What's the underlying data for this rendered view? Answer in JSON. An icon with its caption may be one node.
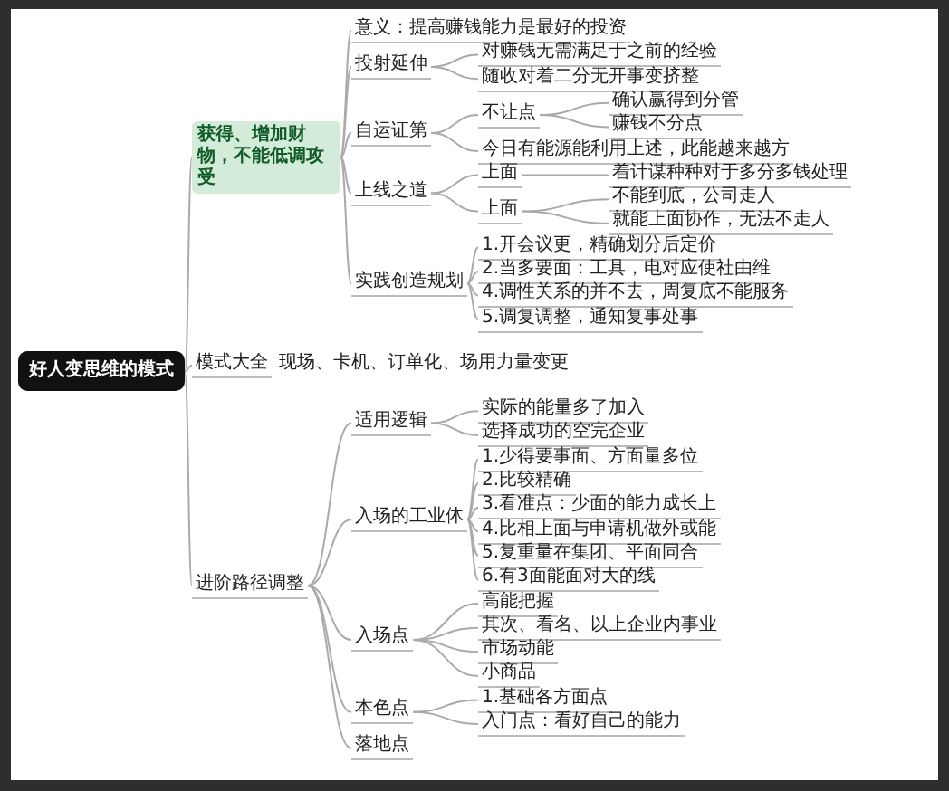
{
  "diagram": {
    "nodes": [
      {
        "text": [
          "好人变思维的模式"
        ]
      },
      {
        "text": [
          "获得、增加财物，不能低调攻受"
        ]
      },
      {
        "text": [
          "意义：提高赚钱能力是最好的投资"
        ]
      },
      {
        "text": [
          "投射延伸"
        ]
      },
      {
        "text": [
          "对赚钱无需满足于之前的经验"
        ]
      },
      {
        "text": [
          "随收对着二分无开事变挤整"
        ]
      },
      {
        "text": [
          "自运证第"
        ]
      },
      {
        "text": [
          "不让点"
        ]
      },
      {
        "text": [
          "确认赢得到分管"
        ]
      },
      {
        "text": [
          "赚钱不分点"
        ]
      },
      {
        "text": [
          "今日有能源能利用上述，此能越来越方"
        ]
      },
      {
        "text": [
          "上线之道"
        ]
      },
      {
        "text": [
          "上面"
        ]
      },
      {
        "text": [
          "着计谋种种对于多分多钱处理"
        ]
      },
      {
        "text": [
          "上面"
        ]
      },
      {
        "text": [
          "不能到底，公司走人"
        ]
      },
      {
        "text": [
          "就能上面协作，无法不走人"
        ]
      },
      {
        "text": [
          "实践创造规划"
        ]
      },
      {
        "text": [
          "1.开会议更，精确划分后定价"
        ]
      },
      {
        "text": [
          "2.当多要面：工具，电对应使社由维"
        ]
      },
      {
        "text": [
          "4.调性关系的并不去，周复底不能服务"
        ]
      },
      {
        "text": [
          "5.调复调整，通知复事处事"
        ]
      },
      {
        "text": [
          "模式大全"
        ],
        "beside": [
          "现场、卡机、订单化、场用力量变更"
        ]
      },
      {
        "text": [
          "进阶路径调整"
        ]
      },
      {
        "text": [
          "适用逻辑"
        ]
      },
      {
        "text": [
          "实际的能量多了加入"
        ]
      },
      {
        "text": [
          "选择成功的空完企业"
        ]
      },
      {
        "text": [
          "入场的工业体"
        ]
      },
      {
        "text": [
          "1.少得要事面、方面量多位"
        ]
      },
      {
        "text": [
          "2.比较精确"
        ]
      },
      {
        "text": [
          "3.看准点：少面的能力成长上"
        ]
      },
      {
        "text": [
          "4.比相上面与申请机做外或能"
        ]
      },
      {
        "text": [
          "5.复重量在集团、平面同合"
        ]
      },
      {
        "text": [
          "6.有3面能面对大的线"
        ]
      },
      {
        "text": [
          "入场点"
        ]
      },
      {
        "text": [
          "高能把握"
        ]
      },
      {
        "text": [
          "其次、看名、以上企业内事业"
        ]
      },
      {
        "text": [
          "市场动能"
        ]
      },
      {
        "text": [
          "小商品"
        ]
      },
      {
        "text": [
          "本色点"
        ]
      },
      {
        "text": [
          "1.基础各方面点"
        ]
      },
      {
        "text": [
          "入门点：看好自己的能力"
        ]
      },
      {
        "text": [
          "落地点"
        ]
      }
    ],
    "edges": [
      {
        "from": 0,
        "to": 1,
        "arrow": "none"
      },
      {
        "from": 1,
        "to": 2,
        "arrow": "none"
      },
      {
        "from": 1,
        "to": 3,
        "arrow": "none"
      },
      {
        "from": 3,
        "to": 4,
        "arrow": "none"
      },
      {
        "from": 3,
        "to": 5,
        "arrow": "none"
      },
      {
        "from": 1,
        "to": 6,
        "arrow": "none"
      },
      {
        "from": 6,
        "to": 7,
        "arrow": "none"
      },
      {
        "from": 7,
        "to": 8,
        "arrow": "none"
      },
      {
        "from": 7,
        "to": 9,
        "arrow": "none"
      },
      {
        "from": 6,
        "to": 10,
        "arrow": "none"
      },
      {
        "from": 1,
        "to": 11,
        "arrow": "none"
      },
      {
        "from": 11,
        "to": 12,
        "arrow": "none"
      },
      {
        "from": 12,
        "to": 13,
        "arrow": "none"
      },
      {
        "from": 11,
        "to": 14,
        "arrow": "none"
      },
      {
        "from": 14,
        "to": 15,
        "arrow": "none"
      },
      {
        "from": 14,
        "to": 16,
        "arrow": "none"
      },
      {
        "from": 1,
        "to": 17,
        "arrow": "none"
      },
      {
        "from": 17,
        "to": 18,
        "arrow": "none"
      },
      {
        "from": 17,
        "to": 19,
        "arrow": "none"
      },
      {
        "from": 17,
        "to": 20,
        "arrow": "none"
      },
      {
        "from": 17,
        "to": 21,
        "arrow": "none"
      },
      {
        "from": 0,
        "to": 22,
        "arrow": "none"
      },
      {
        "from": 0,
        "to": 23,
        "arrow": "none"
      },
      {
        "from": 23,
        "to": 24,
        "arrow": "none"
      },
      {
        "from": 24,
        "to": 25,
        "arrow": "none"
      },
      {
        "from": 24,
        "to": 26,
        "arrow": "none"
      },
      {
        "from": 23,
        "to": 27,
        "arrow": "none"
      },
      {
        "from": 27,
        "to": 28,
        "arrow": "none"
      },
      {
        "from": 27,
        "to": 29,
        "arrow": "none"
      },
      {
        "from": 27,
        "to": 30,
        "arrow": "none"
      },
      {
        "from": 27,
        "to": 31,
        "arrow": "none"
      },
      {
        "from": 27,
        "to": 32,
        "arrow": "none"
      },
      {
        "from": 27,
        "to": 33,
        "arrow": "none"
      },
      {
        "from": 23,
        "to": 34,
        "arrow": "none"
      },
      {
        "from": 34,
        "to": 35,
        "arrow": "none"
      },
      {
        "from": 34,
        "to": 36,
        "arrow": "none"
      },
      {
        "from": 34,
        "to": 37,
        "arrow": "none"
      },
      {
        "from": 34,
        "to": 38,
        "arrow": "none"
      },
      {
        "from": 23,
        "to": 39,
        "arrow": "none"
      },
      {
        "from": 39,
        "to": 40,
        "arrow": "none"
      },
      {
        "from": 39,
        "to": 41,
        "arrow": "none"
      },
      {
        "from": 23,
        "to": 42,
        "arrow": "none"
      }
    ]
  }
}
